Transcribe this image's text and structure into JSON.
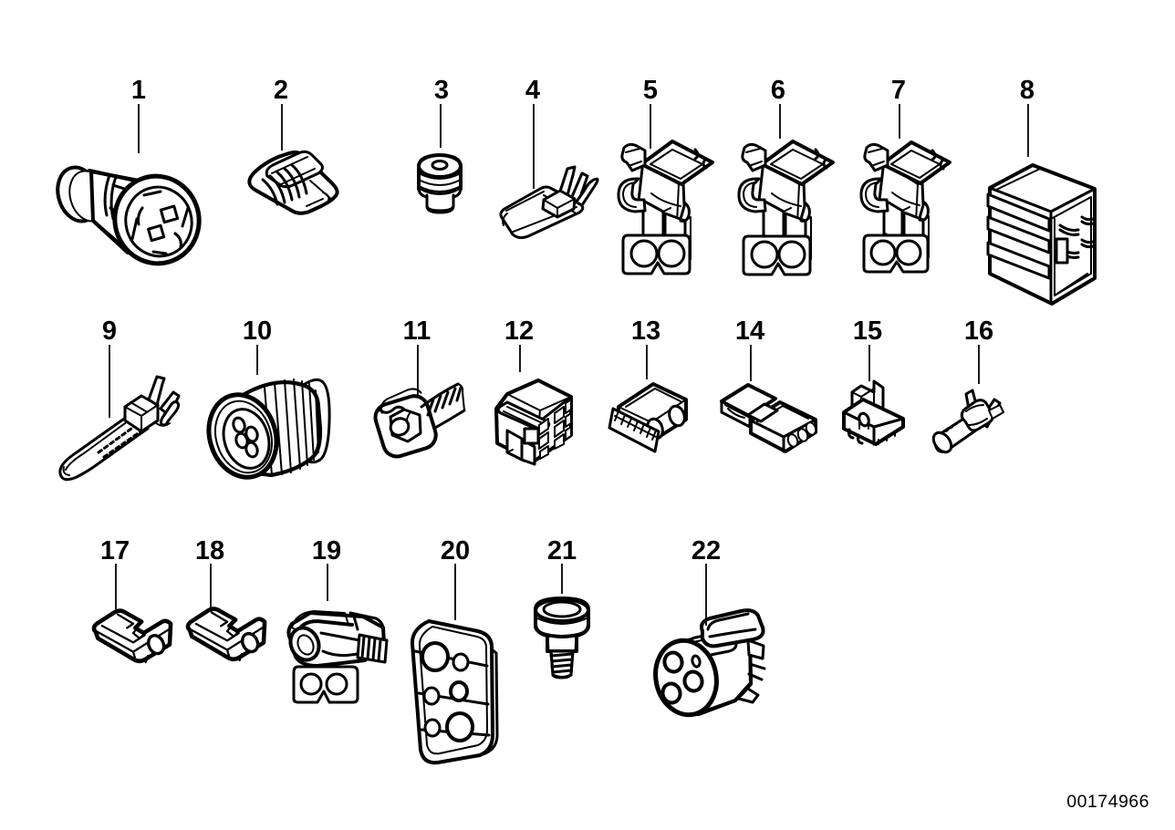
{
  "page": {
    "background_color": "#ffffff",
    "ink_color": "#000000"
  },
  "diagram": {
    "image_number": "00174966",
    "callouts": [
      {
        "label": "1"
      },
      {
        "label": "2"
      },
      {
        "label": "3"
      },
      {
        "label": "4"
      },
      {
        "label": "5"
      },
      {
        "label": "6"
      },
      {
        "label": "7"
      },
      {
        "label": "8"
      },
      {
        "label": "9"
      },
      {
        "label": "10"
      },
      {
        "label": "11"
      },
      {
        "label": "12"
      },
      {
        "label": "13"
      },
      {
        "label": "14"
      },
      {
        "label": "15"
      },
      {
        "label": "16"
      },
      {
        "label": "17"
      },
      {
        "label": "18"
      },
      {
        "label": "19"
      },
      {
        "label": "20"
      },
      {
        "label": "21"
      },
      {
        "label": "22"
      }
    ]
  }
}
